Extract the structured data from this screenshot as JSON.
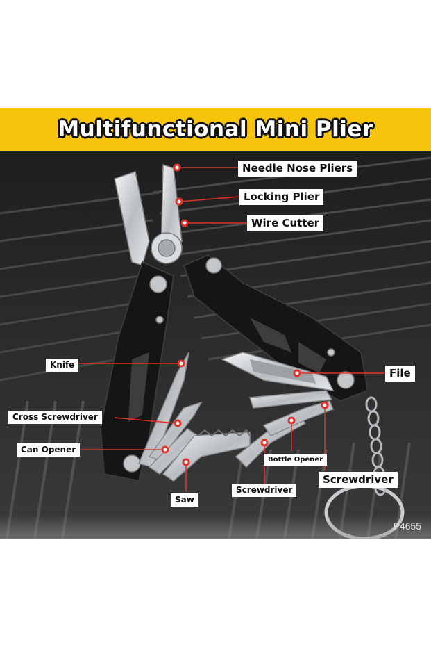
{
  "banner": {
    "title": "Multifunctional Mini Plier",
    "color": "#f6c40a"
  },
  "labels": {
    "needle_nose": "Needle Nose Pliers",
    "locking": "Locking Plier",
    "wire_cutter": "Wire Cutter",
    "knife": "Knife",
    "file": "File",
    "cross_screwdriver": "Cross Screwdriver",
    "can_opener": "Can Opener",
    "bottle_opener": "Bottle Opener",
    "screwdriver_large": "Screwdriver",
    "screwdriver_small": "Screwdriver",
    "saw": "Saw"
  },
  "product_code": "P4655",
  "colors": {
    "pointer": "#e0332b",
    "handle": "#151515",
    "steel": "#cfd2d6"
  }
}
